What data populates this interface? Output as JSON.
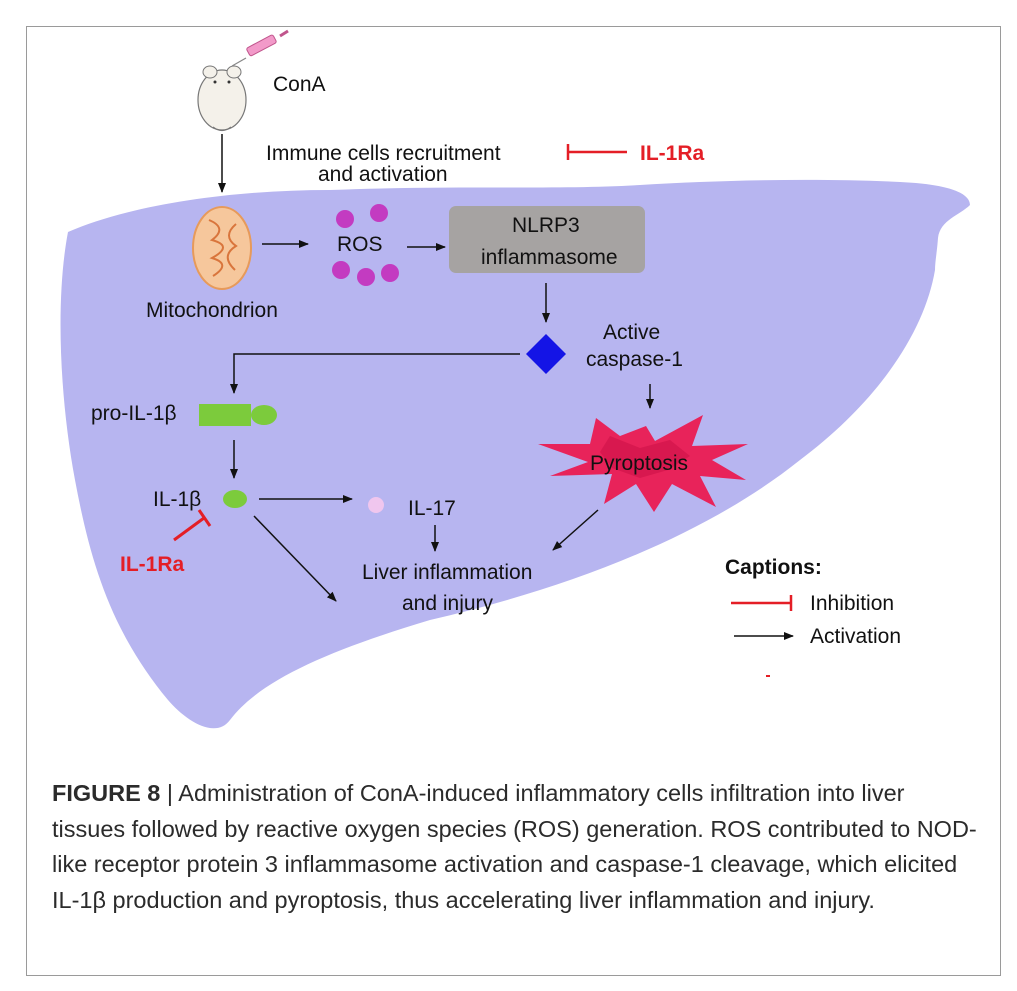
{
  "colors": {
    "liver": "#b7b5f0",
    "red": "#e41e26",
    "ros": "#c33bc1",
    "nlrp3_box": "#a6a3a2",
    "caspase": "#1414e6",
    "pro_il1b": "#7ccb3c",
    "il17_dot": "#f0c6ee",
    "mito_fill": "#f6c79c",
    "pyroptosis": "#e8235a"
  },
  "labels": {
    "cona": "ConA",
    "recruit_line1": "Immune cells recruitment",
    "recruit_line2": "and  activation",
    "il1ra_top": "IL-1Ra",
    "ros": "ROS",
    "nlrp3_line1": "NLRP3",
    "nlrp3_line2": "inflammasome",
    "mitochondrion": "Mitochondrion",
    "active": "Active",
    "caspase": "caspase-1",
    "pro_il1b": "pro-IL-1β",
    "pyroptosis": "Pyroptosis",
    "il1b": "IL-1β",
    "il17": "IL-17",
    "il1ra_bottom": "IL-1Ra",
    "liver_line1": "Liver inflammation",
    "liver_line2": "and injury"
  },
  "legend": {
    "title": "Captions:",
    "inhibition": "Inhibition",
    "activation": "Activation"
  },
  "caption": {
    "figure_label": "FIGURE 8",
    "separator": " | ",
    "text": "Administration of ConA-induced inflammatory cells infiltration into liver tissues followed by reactive oxygen species (ROS) generation. ROS contributed to NOD-like receptor protein 3 inflammasome activation and caspase-1 cleavage, which elicited IL-1β production and pyroptosis, thus accelerating liver inflammation and injury."
  }
}
